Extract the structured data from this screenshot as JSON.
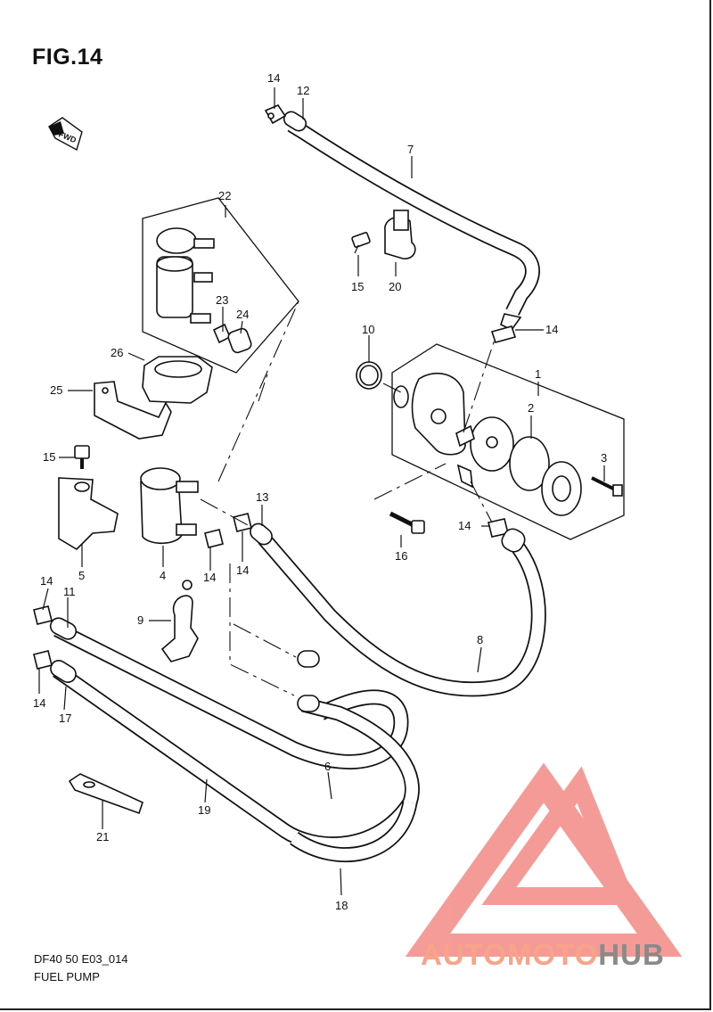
{
  "figure": {
    "title": "FIG.14"
  },
  "footer": {
    "code": "DF40 50 E03_014",
    "caption": "FUEL PUMP"
  },
  "direction_tag": "FWD",
  "watermark": {
    "part1": "AUTOMOTO",
    "part2": "HUB",
    "color1": "#f7a489",
    "color2": "#8a8a8a",
    "logo_color": "#f38a86"
  },
  "callouts": [
    "14",
    "12",
    "7",
    "22",
    "15",
    "20",
    "23",
    "24",
    "10",
    "14",
    "1",
    "26",
    "25",
    "2",
    "3",
    "15",
    "13",
    "14",
    "16",
    "5",
    "4",
    "14",
    "14",
    "14",
    "11",
    "9",
    "8",
    "14",
    "17",
    "6",
    "19",
    "21",
    "18"
  ]
}
